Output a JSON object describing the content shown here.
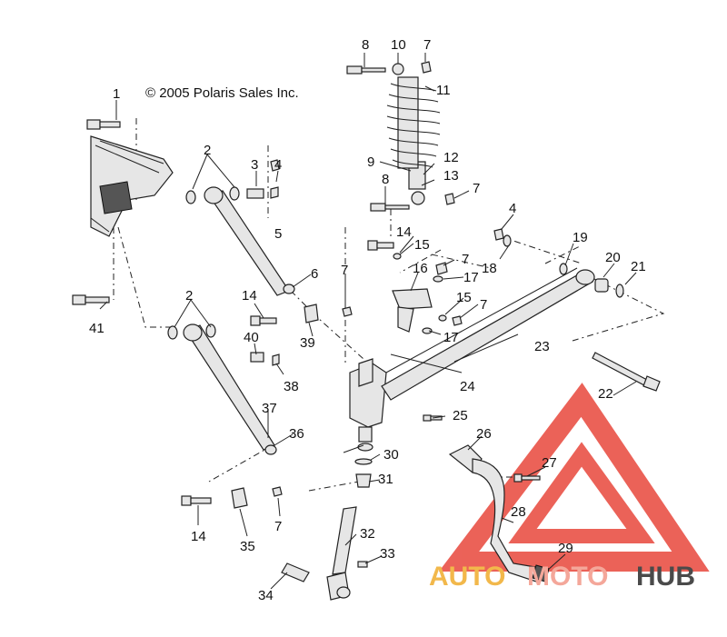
{
  "copyright": "© 2005 Polaris Sales Inc.",
  "callouts": [
    "1",
    "2",
    "3",
    "4",
    "5",
    "6",
    "7",
    "8",
    "9",
    "10",
    "11",
    "12",
    "13",
    "14",
    "15",
    "16",
    "17",
    "18",
    "19",
    "20",
    "21",
    "22",
    "23",
    "24",
    "25",
    "26",
    "27",
    "28",
    "29",
    "30",
    "31",
    "32",
    "33",
    "34",
    "35",
    "36",
    "37",
    "38",
    "39",
    "40",
    "41"
  ],
  "watermark": {
    "auto": "AUTO",
    "moto": "MOTO",
    "hub": "HUB",
    "colors": {
      "auto": "#f2b84b",
      "moto": "#f4a79a",
      "hub": "#4a4a4a",
      "triangle": "#e8473c"
    }
  }
}
